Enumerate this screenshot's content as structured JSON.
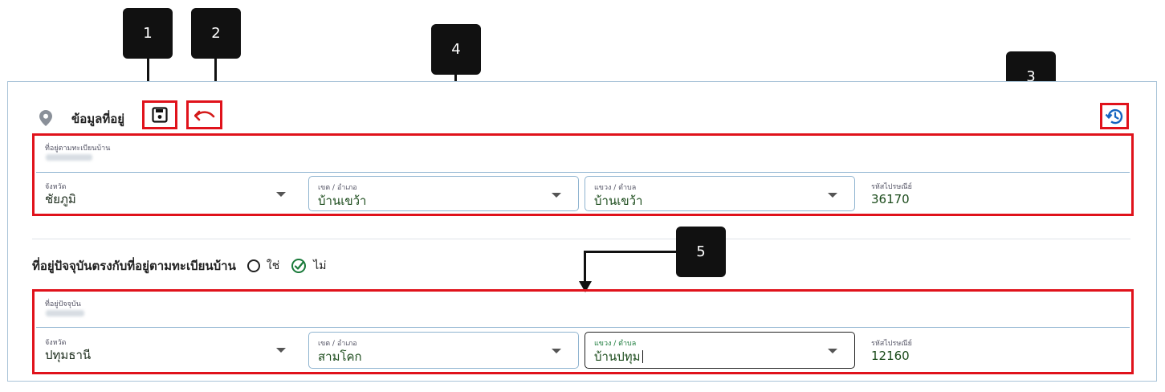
{
  "callouts": [
    "1",
    "2",
    "3",
    "4",
    "5"
  ],
  "registered": {
    "title": "ข้อมูลที่อยู่",
    "address_label": "ที่อยู่ตามทะเบียนบ้าน",
    "province_label": "จังหวัด",
    "province_value": "ชัยภูมิ",
    "district_label": "เขต / อำเภอ",
    "district_value": "บ้านเขว้า",
    "subdistrict_label": "แขวง / ตำบล",
    "subdistrict_value": "บ้านเขว้า",
    "postal_label": "รหัสไปรษณีย์",
    "postal_value": "36170"
  },
  "same_address": {
    "question": "ที่อยู่ปัจจุบันตรงกับที่อยู่ตามทะเบียนบ้าน",
    "option_yes": "ใช่",
    "option_no": "ไม่",
    "selected": "no"
  },
  "current": {
    "address_label": "ที่อยู่ปัจจุบัน",
    "province_label": "จังหวัด",
    "province_value": "ปทุมธานี",
    "district_label": "เขต / อำเภอ",
    "district_value": "สามโคก",
    "subdistrict_label": "แขวง / ตำบล",
    "subdistrict_value": "บ้านปทุม",
    "postal_label": "รหัสไปรษณีย์",
    "postal_value": "12160"
  },
  "colors": {
    "accent_green": "#1a7a3a",
    "highlight_red": "#e0121b",
    "history_blue": "#1565c0"
  },
  "icons": {
    "pin": "location-pin-icon",
    "save": "save-icon",
    "undo": "undo-icon",
    "history": "history-icon",
    "caret": "chevron-down-icon",
    "check": "check-circle-icon"
  }
}
